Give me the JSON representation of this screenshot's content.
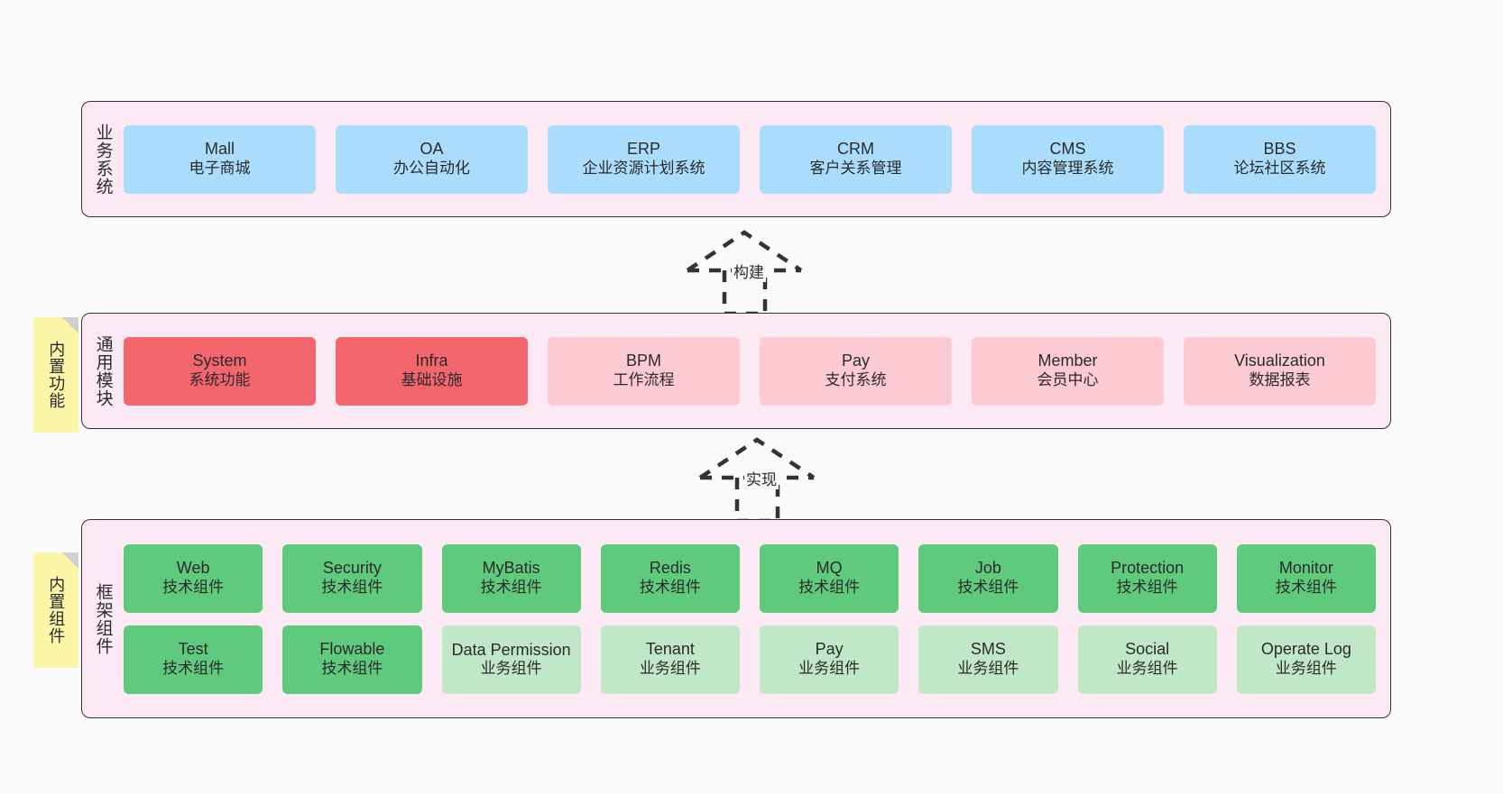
{
  "diagram": {
    "background_color": "#fafafa",
    "layers": [
      {
        "id": "business",
        "title": "业务系统",
        "band_color": "#fbeaf4",
        "rows": [
          {
            "nodes": [
              {
                "en": "Mall",
                "cn": "电子商城",
                "color": "#aadcfc",
                "style": "blue"
              },
              {
                "en": "OA",
                "cn": "办公自动化",
                "color": "#aadcfc",
                "style": "blue"
              },
              {
                "en": "ERP",
                "cn": "企业资源计划系统",
                "color": "#aadcfc",
                "style": "blue"
              },
              {
                "en": "CRM",
                "cn": "客户关系管理",
                "color": "#aadcfc",
                "style": "blue"
              },
              {
                "en": "CMS",
                "cn": "内容管理系统",
                "color": "#aadcfc",
                "style": "blue"
              },
              {
                "en": "BBS",
                "cn": "论坛社区系统",
                "color": "#aadcfc",
                "style": "blue"
              }
            ]
          }
        ]
      },
      {
        "id": "modules",
        "title": "通用模块",
        "band_color": "#fbeaf4",
        "note": "内置功能",
        "rows": [
          {
            "nodes": [
              {
                "en": "System",
                "cn": "系统功能",
                "color": "#f4666d",
                "style": "red"
              },
              {
                "en": "Infra",
                "cn": "基础设施",
                "color": "#f4666d",
                "style": "red"
              },
              {
                "en": "BPM",
                "cn": "工作流程",
                "color": "#fccad2",
                "style": "pink"
              },
              {
                "en": "Pay",
                "cn": "支付系统",
                "color": "#fccad2",
                "style": "pink"
              },
              {
                "en": "Member",
                "cn": "会员中心",
                "color": "#fccad2",
                "style": "pink"
              },
              {
                "en": "Visualization",
                "cn": "数据报表",
                "color": "#fccad2",
                "style": "pink"
              }
            ]
          }
        ]
      },
      {
        "id": "framework",
        "title": "框架组件",
        "band_color": "#fbeaf4",
        "note": "内置组件",
        "rows": [
          {
            "nodes": [
              {
                "en": "Web",
                "cn": "技术组件",
                "color": "#5fca7d",
                "style": "green"
              },
              {
                "en": "Security",
                "cn": "技术组件",
                "color": "#5fca7d",
                "style": "green"
              },
              {
                "en": "MyBatis",
                "cn": "技术组件",
                "color": "#5fca7d",
                "style": "green"
              },
              {
                "en": "Redis",
                "cn": "技术组件",
                "color": "#5fca7d",
                "style": "green"
              },
              {
                "en": "MQ",
                "cn": "技术组件",
                "color": "#5fca7d",
                "style": "green"
              },
              {
                "en": "Job",
                "cn": "技术组件",
                "color": "#5fca7d",
                "style": "green"
              },
              {
                "en": "Protection",
                "cn": "技术组件",
                "color": "#5fca7d",
                "style": "green"
              },
              {
                "en": "Monitor",
                "cn": "技术组件",
                "color": "#5fca7d",
                "style": "green"
              }
            ]
          },
          {
            "nodes": [
              {
                "en": "Test",
                "cn": "技术组件",
                "color": "#5fca7d",
                "style": "green"
              },
              {
                "en": "Flowable",
                "cn": "技术组件",
                "color": "#5fca7d",
                "style": "green"
              },
              {
                "en": "Data Permission",
                "cn": "业务组件",
                "color": "#bfe7c8",
                "style": "lgreen"
              },
              {
                "en": "Tenant",
                "cn": "业务组件",
                "color": "#bfe7c8",
                "style": "lgreen"
              },
              {
                "en": "Pay",
                "cn": "业务组件",
                "color": "#bfe7c8",
                "style": "lgreen"
              },
              {
                "en": "SMS",
                "cn": "业务组件",
                "color": "#bfe7c8",
                "style": "lgreen"
              },
              {
                "en": "Social",
                "cn": "业务组件",
                "color": "#bfe7c8",
                "style": "lgreen"
              },
              {
                "en": "Operate Log",
                "cn": "业务组件",
                "color": "#bfe7c8",
                "style": "lgreen"
              }
            ]
          }
        ]
      }
    ],
    "connectors": [
      {
        "id": "build",
        "label": "构建",
        "style": "dashed-hollow-triangle",
        "from": "modules",
        "to": "business"
      },
      {
        "id": "impl",
        "label": "实现",
        "style": "dashed-hollow-triangle",
        "from": "framework",
        "to": "modules"
      }
    ]
  }
}
